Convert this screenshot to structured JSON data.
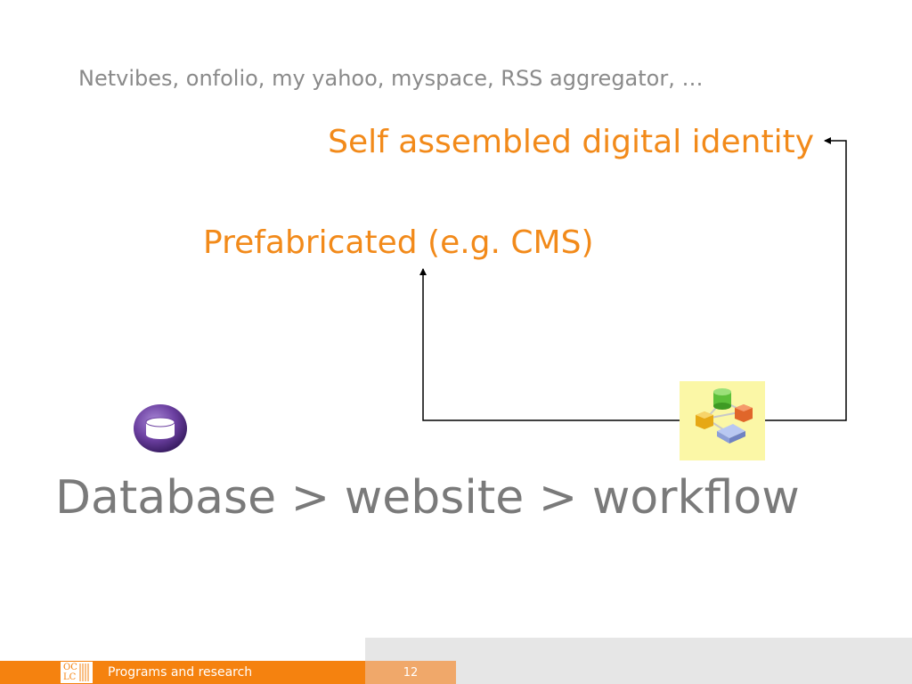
{
  "slide": {
    "subtitle": "Netvibes, onfolio, my yahoo, myspace, RSS aggregator, …",
    "self_assembled_label": "Self assembled digital identity",
    "prefabricated_label": "Prefabricated (e.g. CMS)",
    "main_title": "Database > website > workflow"
  },
  "icons": {
    "database": "database-icon",
    "network": "network-workflow-icon"
  },
  "footer": {
    "logo_letters": [
      "OC",
      "LC"
    ],
    "text": "Programs and research",
    "page_number": "12"
  },
  "colors": {
    "accent_orange": "#f28a1a",
    "footer_orange": "#f5820f",
    "page_box": "#f0a86a",
    "gray_text": "#7a7a7a",
    "icon_bg_yellow": "#fbf7a6",
    "db_purple": "#6b3fa0"
  }
}
